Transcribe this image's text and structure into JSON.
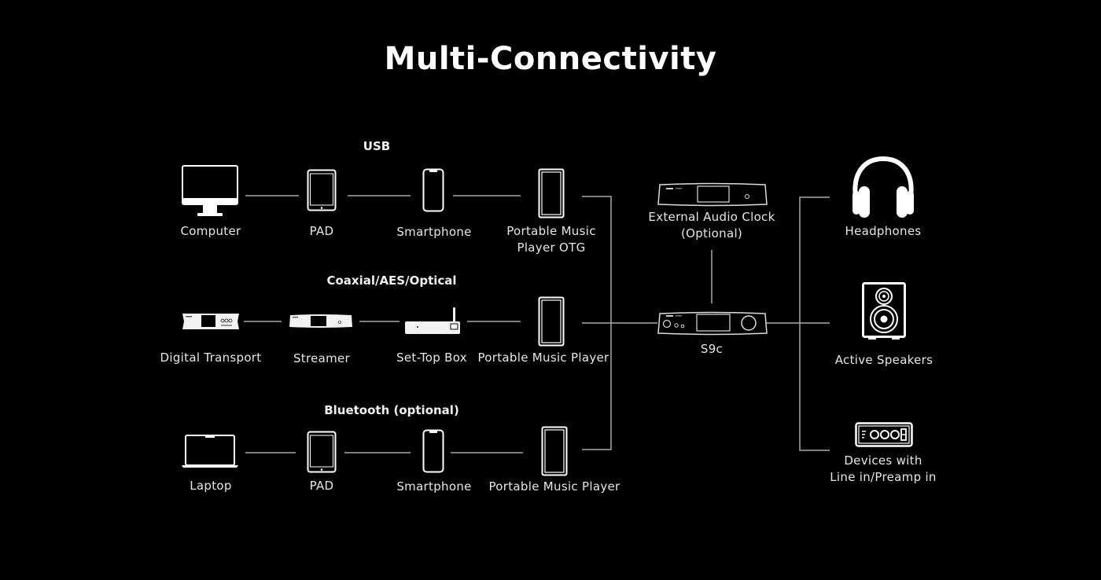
{
  "title": "Multi-Connectivity",
  "groups": {
    "usb": {
      "label": "USB",
      "devices": [
        {
          "name": "Computer",
          "icon": "monitor-icon"
        },
        {
          "name": "PAD",
          "icon": "tablet-icon"
        },
        {
          "name": "Smartphone",
          "icon": "smartphone-icon"
        },
        {
          "name": "Portable Music",
          "name2": "Player OTG",
          "icon": "music-player-icon"
        }
      ]
    },
    "coaxial": {
      "label": "Coaxial/AES/Optical",
      "devices": [
        {
          "name": "Digital Transport",
          "icon": "digital-transport-icon"
        },
        {
          "name": "Streamer",
          "icon": "streamer-icon"
        },
        {
          "name": "Set-Top Box",
          "icon": "set-top-box-icon"
        },
        {
          "name": "Portable Music Player",
          "icon": "music-player-icon"
        }
      ]
    },
    "bluetooth": {
      "label": "Bluetooth (optional)",
      "devices": [
        {
          "name": "Laptop",
          "icon": "laptop-icon"
        },
        {
          "name": "PAD",
          "icon": "tablet-icon"
        },
        {
          "name": "Smartphone",
          "icon": "smartphone-icon"
        },
        {
          "name": "Portable Music Player",
          "icon": "music-player-icon"
        }
      ]
    }
  },
  "center": {
    "clock": {
      "name": "External Audio Clock",
      "name2": "(Optional)",
      "icon": "audio-clock-icon"
    },
    "dac": {
      "name": "S9c",
      "icon": "dac-amp-icon"
    }
  },
  "outputs": [
    {
      "name": "Headphones",
      "icon": "headphones-icon"
    },
    {
      "name": "Active Speakers",
      "icon": "speaker-icon"
    },
    {
      "name": "Devices with",
      "name2": "Line in/Preamp in",
      "icon": "preamp-device-icon"
    }
  ],
  "colors": {
    "background": "#000000",
    "line": "#a8a8a8",
    "icon": "#ffffff",
    "text": "#e6e6e6"
  }
}
